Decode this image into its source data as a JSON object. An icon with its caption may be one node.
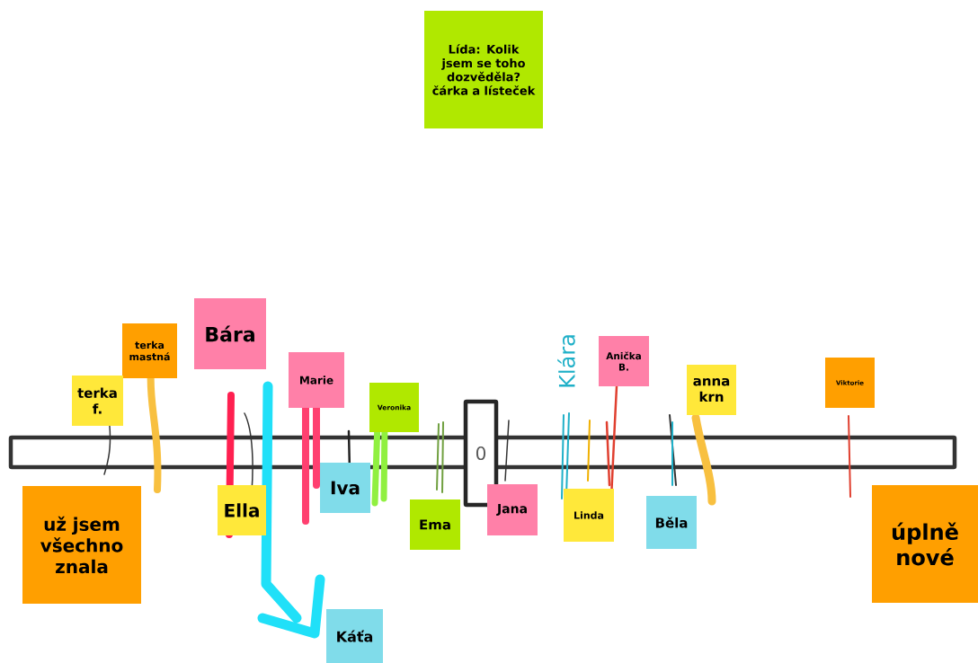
{
  "diagram": {
    "nodes": [
      {
        "text": [],
        "shape": "bar"
      },
      {
        "text": [
          "0"
        ]
      },
      {
        "text": [
          "Lída: Kolik jsem se toho dozvěděla? čárka a lísteček"
        ]
      },
      {
        "text": [
          "Bára"
        ]
      },
      {
        "text": [
          "terka mastná"
        ]
      },
      {
        "text": [
          "Anička B."
        ]
      },
      {
        "text": [
          "Marie"
        ]
      },
      {
        "text": [
          "Viktorie"
        ]
      },
      {
        "text": [
          "anna krn"
        ]
      },
      {
        "text": [
          "terka f."
        ]
      },
      {
        "text": [
          "Veronika"
        ]
      },
      {
        "text": [
          "Iva"
        ]
      },
      {
        "text": [
          "Jana"
        ]
      },
      {
        "text": [
          "Ella"
        ]
      },
      {
        "text": [
          "Linda"
        ]
      },
      {
        "text": [
          "Běla"
        ]
      },
      {
        "text": [
          "Ema"
        ]
      },
      {
        "text": [
          "už jsem všechno znala"
        ]
      },
      {
        "text": [
          "úplně nové"
        ]
      },
      {
        "text": [
          "Káťa"
        ]
      }
    ],
    "labels": [
      "Klára"
    ]
  }
}
